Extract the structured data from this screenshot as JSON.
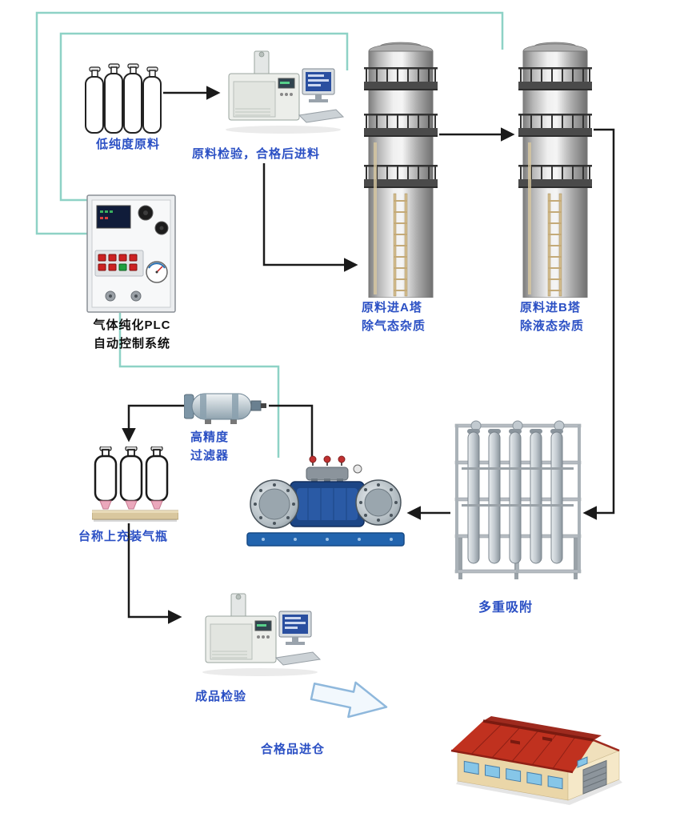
{
  "diagram": {
    "type": "process-flow",
    "language": "zh-CN",
    "colors": {
      "control_line": "#8ed2c6",
      "flow_line": "#1a1a1a",
      "label_blue": "#2b50c4",
      "label_black": "#101010",
      "tower_gray": "#c9c9c9",
      "compressor_blue": "#1f5fa8",
      "warehouse_roof": "#c0311f",
      "warehouse_wall": "#ead6a8",
      "big_arrow_outline": "#8fb8dc"
    },
    "nodes": {
      "raw_cylinders": {
        "label": "低纯度原料"
      },
      "raw_inspection": {
        "label": "原料检验，合格后进料"
      },
      "tower_a": {
        "label_line1": "原料进A塔",
        "label_line2": "除气态杂质"
      },
      "tower_b": {
        "label_line1": "原料进B塔",
        "label_line2": "除液态杂质"
      },
      "plc": {
        "label_line1": "气体纯化PLC",
        "label_line2": "自动控制系统"
      },
      "filter": {
        "label_line1": "高精度",
        "label_line2": "过滤器"
      },
      "scale_cylinders": {
        "label": "台称上充装气瓶"
      },
      "adsorption": {
        "label": "多重吸附"
      },
      "product_inspection": {
        "label": "成品检验"
      },
      "warehouse": {
        "label": "合格品进仓"
      }
    }
  }
}
